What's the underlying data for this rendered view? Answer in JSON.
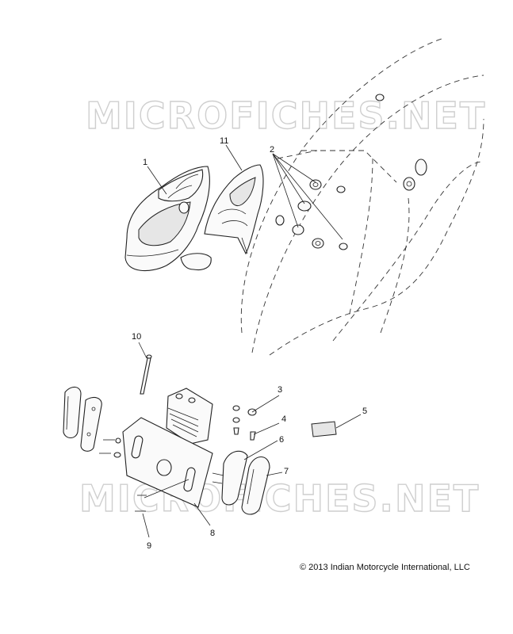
{
  "watermarks": [
    "MICROFICHES.NET",
    "MICROFICHES.NET"
  ],
  "copyright": "© 2013 Indian Motorcycle International, LLC",
  "callouts": [
    {
      "id": "1",
      "text": "1"
    },
    {
      "id": "11",
      "text": "11"
    },
    {
      "id": "2",
      "text": "2"
    },
    {
      "id": "10",
      "text": "10"
    },
    {
      "id": "3",
      "text": "3"
    },
    {
      "id": "4",
      "text": "4"
    },
    {
      "id": "5",
      "text": "5"
    },
    {
      "id": "6",
      "text": "6"
    },
    {
      "id": "7",
      "text": "7"
    },
    {
      "id": "8",
      "text": "8"
    },
    {
      "id": "9",
      "text": "9"
    }
  ]
}
